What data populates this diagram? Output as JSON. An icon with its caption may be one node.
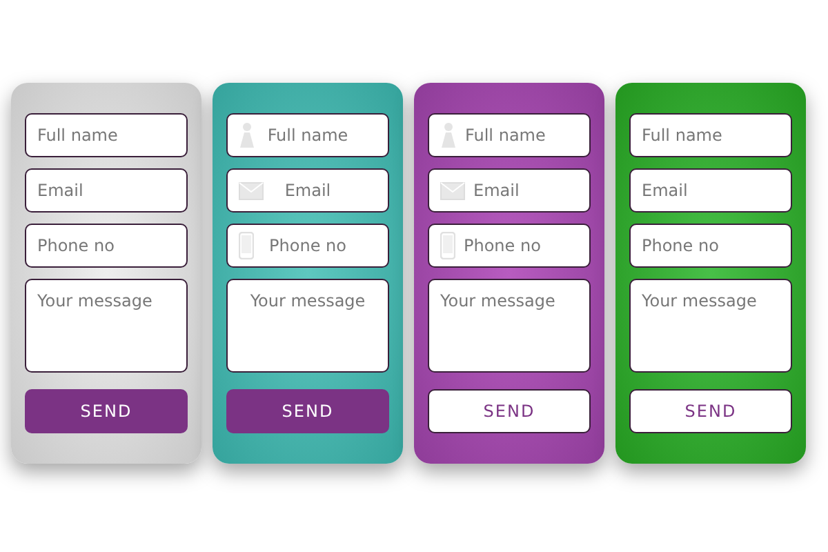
{
  "diagram": {
    "nodes": [
      {
        "text": [],
        "shape": "box"
      },
      {
        "text": [
          "Full name"
        ],
        "in": 0
      },
      {
        "text": [
          "Email"
        ],
        "in": 0
      },
      {
        "text": [
          "Phone no"
        ],
        "in": 0
      },
      {
        "text": [
          "Your message"
        ],
        "in": 0
      },
      {
        "text": [
          "SEND"
        ],
        "in": 0
      },
      {
        "text": [],
        "shape": "box"
      },
      {
        "text": [
          "Full name"
        ],
        "in": 6
      },
      {
        "text": [
          "Email"
        ],
        "in": 6
      },
      {
        "text": [
          "Phone no"
        ],
        "in": 6
      },
      {
        "text": [
          "Your message"
        ],
        "in": 6
      },
      {
        "text": [
          "SEND"
        ],
        "in": 6
      },
      {
        "text": [],
        "shape": "box"
      },
      {
        "text": [
          "Full name"
        ],
        "in": 12
      },
      {
        "text": [
          "Email"
        ],
        "in": 12
      },
      {
        "text": [
          "Phone no"
        ],
        "in": 12
      },
      {
        "text": [
          "Your message"
        ],
        "in": 12
      },
      {
        "text": [
          "SEND"
        ],
        "in": 12
      },
      {
        "text": [],
        "shape": "box"
      },
      {
        "text": [
          "Full name"
        ],
        "in": 18
      },
      {
        "text": [
          "Email"
        ],
        "in": 18
      },
      {
        "text": [
          "Phone no"
        ],
        "in": 18
      },
      {
        "text": [
          "Your message"
        ],
        "in": 18
      },
      {
        "text": [
          "SEND"
        ],
        "in": 18
      }
    ]
  }
}
